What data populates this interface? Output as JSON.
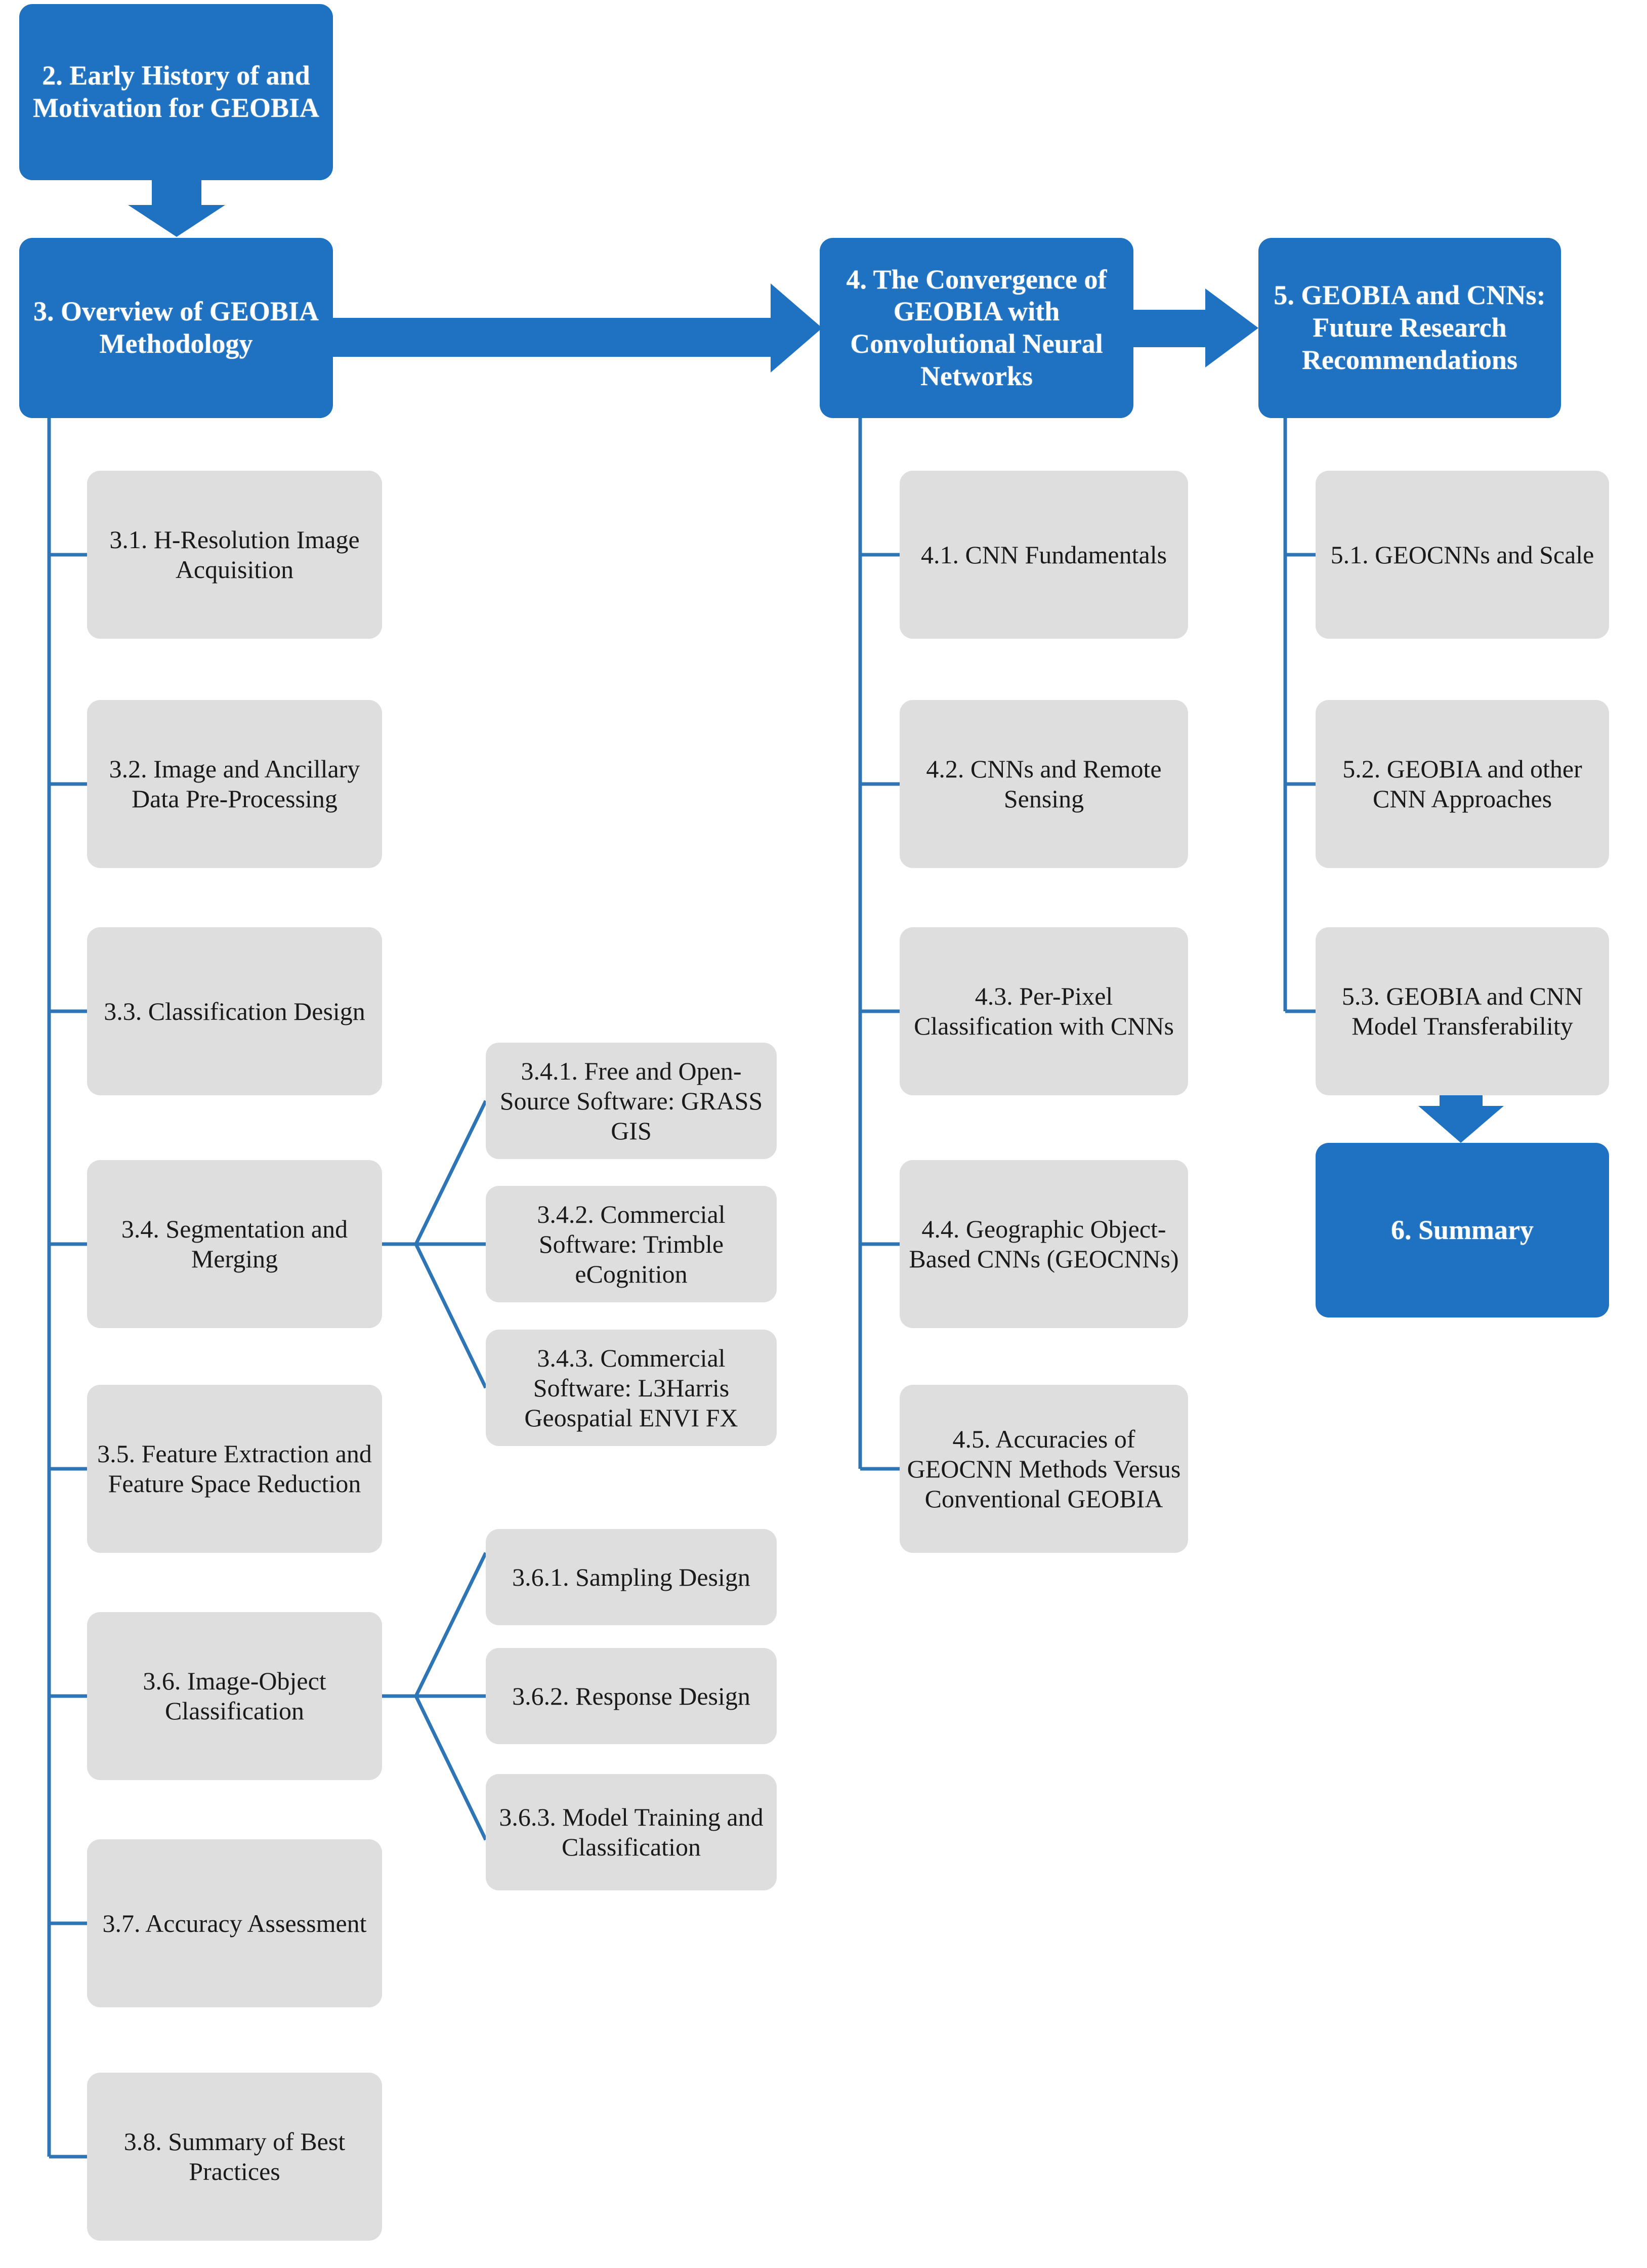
{
  "diagram": {
    "title": "GEOBIA and CNN review article section flowchart",
    "colors": {
      "blue": "#1F72C1",
      "gray": "#DEDEDE",
      "connector": "#2E75B6",
      "text_dark": "#1a1a1a",
      "text_light": "#ffffff",
      "background": "#ffffff"
    }
  },
  "nodes": {
    "section2": {
      "label": "2. Early History of and Motivation for GEOBIA",
      "style": "blue"
    },
    "section3": {
      "label": "3. Overview of GEOBIA Methodology",
      "style": "blue"
    },
    "section4": {
      "label": "4. The Convergence of GEOBIA with Convolutional Neural Networks",
      "style": "blue"
    },
    "section5": {
      "label": "5. GEOBIA and CNNs: Future Research Recommendations",
      "style": "blue"
    },
    "section6": {
      "label": "6. Summary",
      "style": "blue"
    }
  },
  "branch3": {
    "items": [
      {
        "id": "3.1",
        "label": "3.1. H-Resolution Image Acquisition"
      },
      {
        "id": "3.2",
        "label": "3.2. Image and Ancillary Data Pre-Processing"
      },
      {
        "id": "3.3",
        "label": "3.3. Classification Design"
      },
      {
        "id": "3.4",
        "label": "3.4. Segmentation and Merging"
      },
      {
        "id": "3.5",
        "label": "3.5. Feature Extraction and Feature Space Reduction"
      },
      {
        "id": "3.6",
        "label": "3.6. Image-Object Classification"
      },
      {
        "id": "3.7",
        "label": "3.7. Accuracy Assessment"
      },
      {
        "id": "3.8",
        "label": "3.8. Summary of Best Practices"
      }
    ]
  },
  "branch34": {
    "items": [
      {
        "id": "3.4.1",
        "label": "3.4.1. Free and Open-Source Software: GRASS GIS"
      },
      {
        "id": "3.4.2",
        "label": "3.4.2. Commercial Software: Trimble eCognition"
      },
      {
        "id": "3.4.3",
        "label": "3.4.3. Commercial Software: L3Harris Geospatial ENVI FX"
      }
    ]
  },
  "branch36": {
    "items": [
      {
        "id": "3.6.1",
        "label": "3.6.1. Sampling Design"
      },
      {
        "id": "3.6.2",
        "label": "3.6.2. Response Design"
      },
      {
        "id": "3.6.3",
        "label": "3.6.3. Model Training and Classification"
      }
    ]
  },
  "branch4": {
    "items": [
      {
        "id": "4.1",
        "label": "4.1. CNN Fundamentals"
      },
      {
        "id": "4.2",
        "label": "4.2. CNNs and Remote Sensing"
      },
      {
        "id": "4.3",
        "label": "4.3. Per-Pixel Classification with CNNs"
      },
      {
        "id": "4.4",
        "label": "4.4. Geographic Object-Based CNNs (GEOCNNs)"
      },
      {
        "id": "4.5",
        "label": "4.5. Accuracies of GEOCNN Methods Versus Conventional GEOBIA"
      }
    ]
  },
  "branch5": {
    "items": [
      {
        "id": "5.1",
        "label": "5.1. GEOCNNs and Scale"
      },
      {
        "id": "5.2",
        "label": "5.2. GEOBIA and other CNN Approaches"
      },
      {
        "id": "5.3",
        "label": "5.3. GEOBIA and CNN Model Transferability"
      }
    ]
  },
  "arrows": [
    {
      "id": "arrow-2-to-3",
      "direction": "down",
      "from": "section2",
      "to": "section3"
    },
    {
      "id": "arrow-3-to-4",
      "direction": "right",
      "from": "section3",
      "to": "section4"
    },
    {
      "id": "arrow-4-to-5",
      "direction": "right",
      "from": "section4",
      "to": "section5"
    },
    {
      "id": "arrow-53-to-6",
      "direction": "down",
      "from": "5.3",
      "to": "section6"
    }
  ]
}
